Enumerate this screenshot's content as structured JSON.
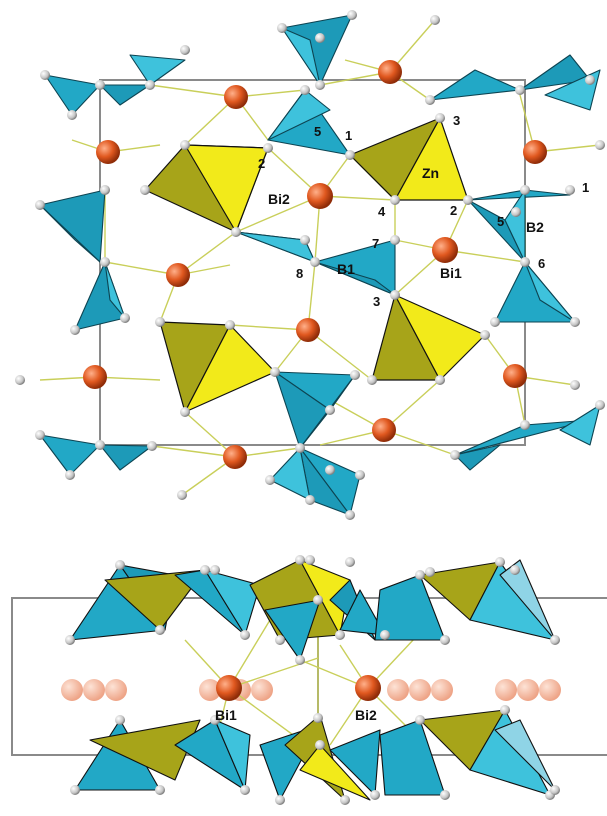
{
  "top_panel": {
    "labels": {
      "zn": "Zn",
      "bi1": "Bi1",
      "bi2": "Bi2",
      "b1": "B1",
      "b2": "B2",
      "n1a": "1",
      "n1b": "1",
      "n2a": "2",
      "n2b": "2",
      "n3a": "3",
      "n3b": "3",
      "n4": "4",
      "n5a": "5",
      "n5b": "5",
      "n6": "6",
      "n7": "7",
      "n8": "8"
    }
  },
  "bottom_panel": {
    "labels": {
      "bi1": "Bi1",
      "bi2": "Bi2"
    }
  },
  "colors": {
    "borate": "#22a8c6",
    "borate_dark": "#147d96",
    "zinc_light": "#f2ea1a",
    "zinc_dark": "#a7a419",
    "bismuth": "#d9531c",
    "bismuth_faded": "#f2b49a",
    "oxygen": "#c8c8c8",
    "bond": "#c9cf5a",
    "cell": "#8a8a8a"
  }
}
